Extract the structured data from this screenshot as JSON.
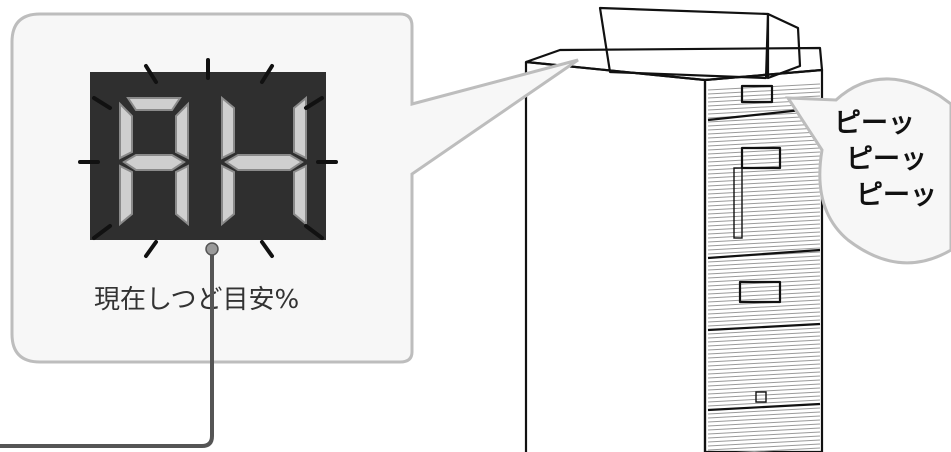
{
  "display": {
    "characters": [
      "A",
      "H"
    ],
    "caption": "現在しつど目安%"
  },
  "sound": {
    "lines": [
      "ピーッ",
      "ピーッ",
      "ピーッ"
    ]
  },
  "colors": {
    "panel_bg": "#f7f7f7",
    "panel_border": "#bdbdbd",
    "display_bg": "#2f2f2f",
    "segment_lit": "#cfcfcf",
    "leader_line": "#555555"
  },
  "icons": {
    "blink": "blink-ray-icon",
    "leader_dot": "leader-dot-icon"
  }
}
